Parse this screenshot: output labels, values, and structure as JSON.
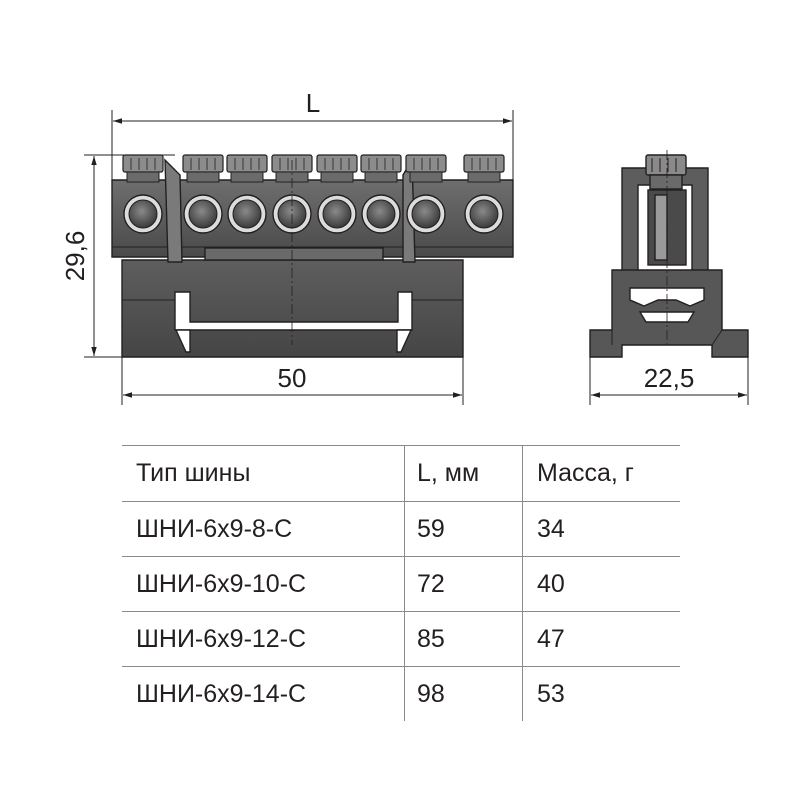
{
  "dimensions": {
    "length_label": "L",
    "height_label": "29,6",
    "base_width_label": "50",
    "side_width_label": "22,5"
  },
  "colors": {
    "body_fill": "#5b5b5b",
    "body_light": "#8d8d8d",
    "body_dark": "#3b3b3b",
    "line": "#231f20"
  },
  "table": {
    "headers": [
      "Тип шины",
      "L, мм",
      "Масса, г"
    ],
    "rows": [
      [
        "ШНИ-6х9-8-С",
        "59",
        "34"
      ],
      [
        "ШНИ-6х9-10-С",
        "72",
        "40"
      ],
      [
        "ШНИ-6х9-12-С",
        "85",
        "47"
      ],
      [
        "ШНИ-6х9-14-С",
        "98",
        "53"
      ]
    ]
  }
}
